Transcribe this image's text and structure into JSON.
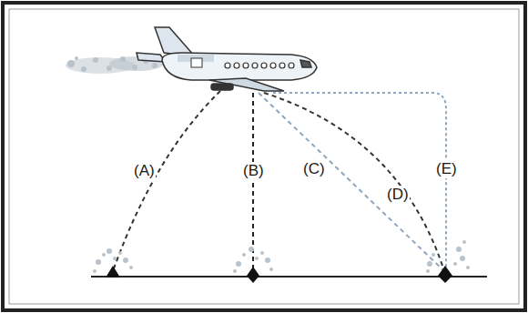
{
  "diagram": {
    "labels": [
      "(A)",
      "(B)",
      "(C)",
      "(D)",
      "(E)"
    ]
  }
}
